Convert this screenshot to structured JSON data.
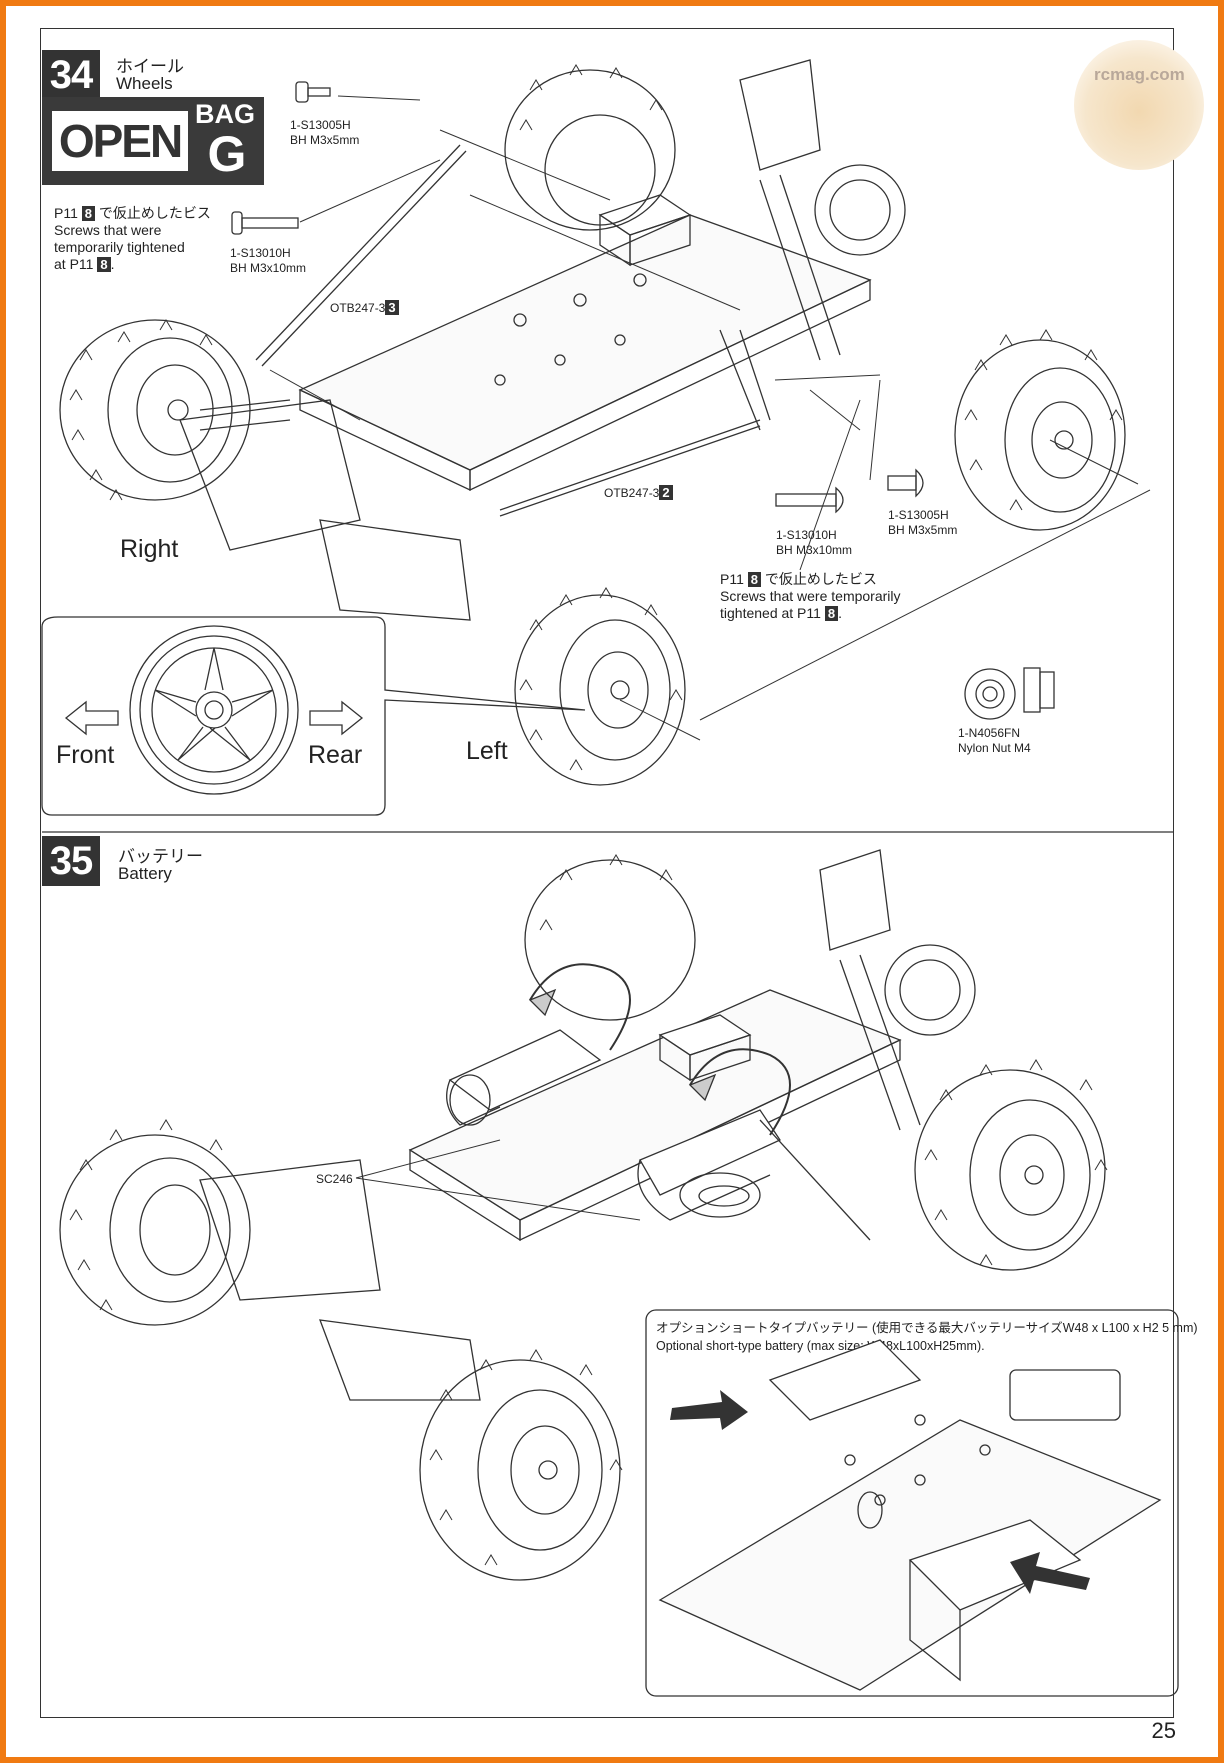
{
  "page_number": "25",
  "watermark": {
    "site": "rcmag.com"
  },
  "step34": {
    "number": "34",
    "title_jp": "ホイール",
    "title_en": "Wheels",
    "open_label": "OPEN",
    "bag_label": "BAG",
    "bag_letter": "G",
    "note_top": {
      "pre": "P11",
      "box": "8",
      "jp_suffix": "で仮止めしたビス",
      "en_line1": "Screws that were",
      "en_line2": "temporarily tightened",
      "en_line3_pre": "at P11",
      "en_box": "8",
      "en_post": "."
    },
    "note_right": {
      "pre": "P11",
      "box": "8",
      "jp_suffix": "で仮止めしたビス",
      "en_line1": "Screws that were temporarily",
      "en_line2_pre": "tightened at P11",
      "en_box": "8",
      "en_post": "."
    },
    "parts": [
      {
        "code": "1-S13005H",
        "desc": "BH M3x5mm"
      },
      {
        "code": "1-S13010H",
        "desc": "BH M3x10mm"
      },
      {
        "code": "1-S13010H",
        "desc": "BH M3x10mm"
      },
      {
        "code": "1-S13005H",
        "desc": "BH M3x5mm"
      },
      {
        "code": "1-N4056FN",
        "desc": "Nylon Nut M4"
      }
    ],
    "links": [
      {
        "code": "OTB247-3",
        "box": "3"
      },
      {
        "code": "OTB247-3",
        "box": "2"
      }
    ],
    "labels": {
      "right": "Right",
      "left": "Left",
      "front": "Front",
      "rear": "Rear"
    }
  },
  "step35": {
    "number": "35",
    "title_jp": "バッテリー",
    "title_en": "Battery",
    "part_label": "SC246",
    "option_jp": "オプションショートタイプバッテリー (使用できる最大バッテリーサイズW48 x L100 x H2 5 mm)",
    "option_en": "Optional short-type battery (max size: W48xL100xH25mm)."
  }
}
